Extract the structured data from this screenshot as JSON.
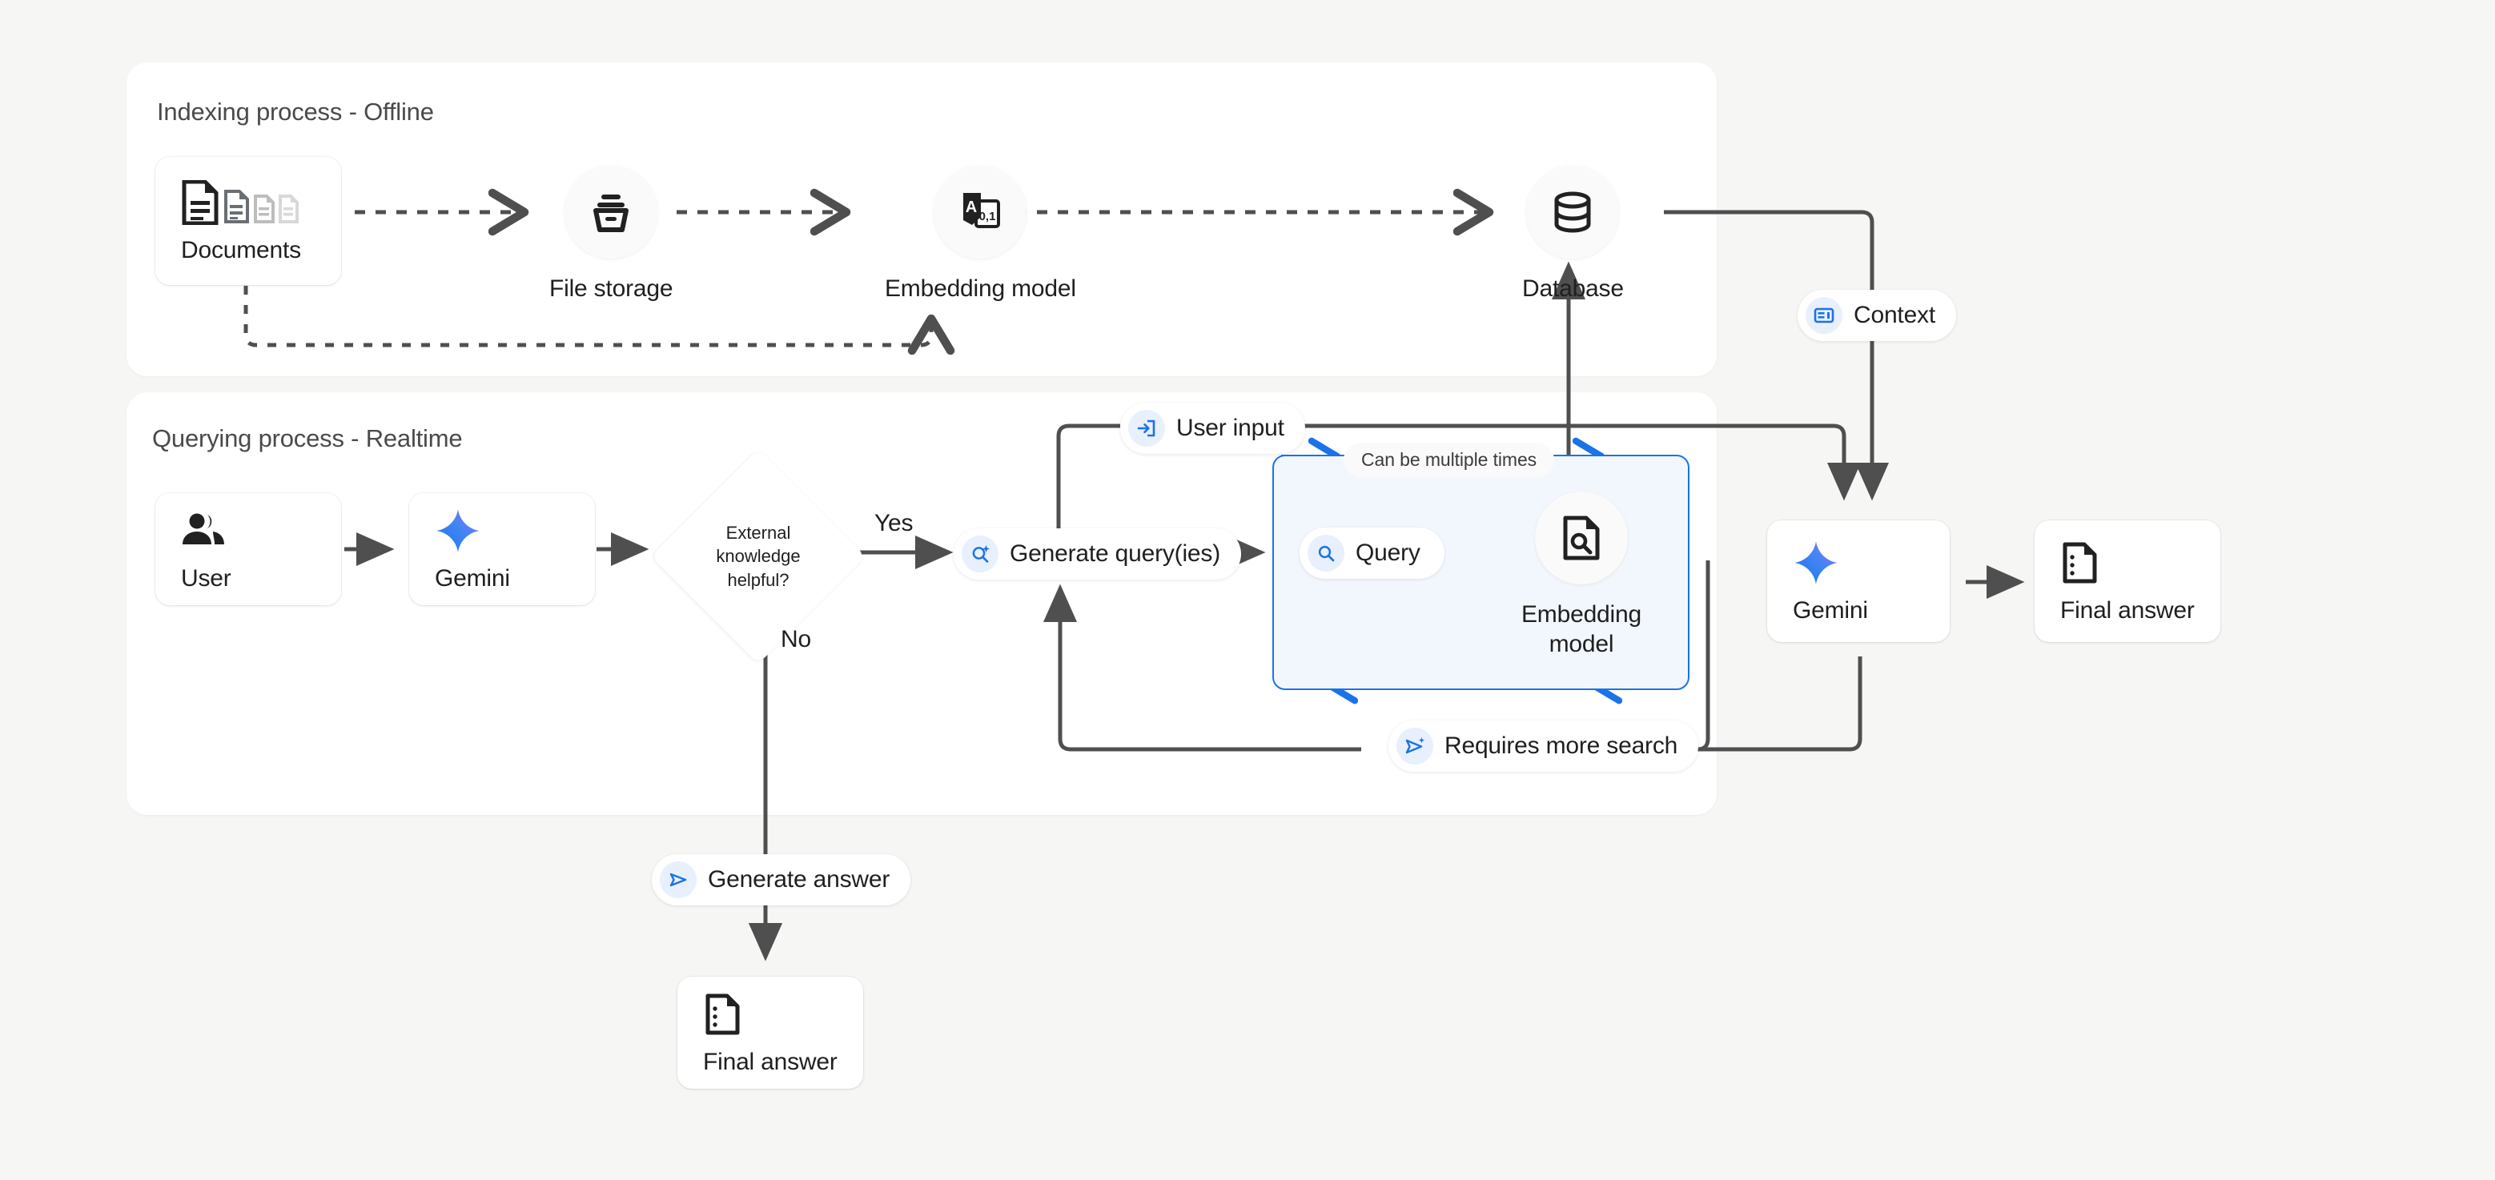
{
  "panels": {
    "indexing": {
      "title": "Indexing process - Offline"
    },
    "querying": {
      "title": "Querying process - Realtime"
    }
  },
  "nodes": {
    "documents": {
      "label": "Documents",
      "icon": "documents-icon"
    },
    "file_storage": {
      "label": "File storage",
      "icon": "archive-icon"
    },
    "embedding_model": {
      "label": "Embedding model",
      "icon": "text-to-vector-icon"
    },
    "database": {
      "label": "Database",
      "icon": "database-icon"
    },
    "user": {
      "label": "User",
      "icon": "people-icon"
    },
    "gemini_left": {
      "label": "Gemini",
      "icon": "gemini-sparkle-icon"
    },
    "gemini_right": {
      "label": "Gemini",
      "icon": "gemini-sparkle-icon"
    },
    "embedding_model_query": {
      "label_line1": "Embedding",
      "label_line2": "model",
      "icon": "document-search-icon"
    },
    "final_answer_bottom": {
      "label": "Final answer",
      "icon": "answer-document-icon"
    },
    "final_answer_right": {
      "label": "Final answer",
      "icon": "answer-document-icon"
    }
  },
  "decision": {
    "line1": "External",
    "line2": "knowledge",
    "line3": "helpful?",
    "yes_label": "Yes",
    "no_label": "No"
  },
  "pills": {
    "context": {
      "label": "Context",
      "icon": "context-card-icon"
    },
    "user_input": {
      "label": "User input",
      "icon": "login-arrow-icon"
    },
    "generate_queries": {
      "label": "Generate query(ies)",
      "icon": "search-sparkle-icon"
    },
    "query": {
      "label": "Query",
      "icon": "search-icon"
    },
    "requires_more_search": {
      "label": "Requires more search",
      "icon": "send-sparkle-icon"
    },
    "generate_answer": {
      "label": "Generate answer",
      "icon": "send-icon"
    }
  },
  "chips": {
    "multiple_times": "Can be multiple times"
  },
  "colors": {
    "page_background": "#f6f6f4",
    "panel": "#ffffff",
    "accent_blue": "#1a73e8",
    "loop_fill": "#f2f7fe",
    "pill_icon_bg": "#e8f0fe",
    "connector": "#4f4f4f",
    "text": "#1f1f1f",
    "title": "#4a4a4a"
  }
}
